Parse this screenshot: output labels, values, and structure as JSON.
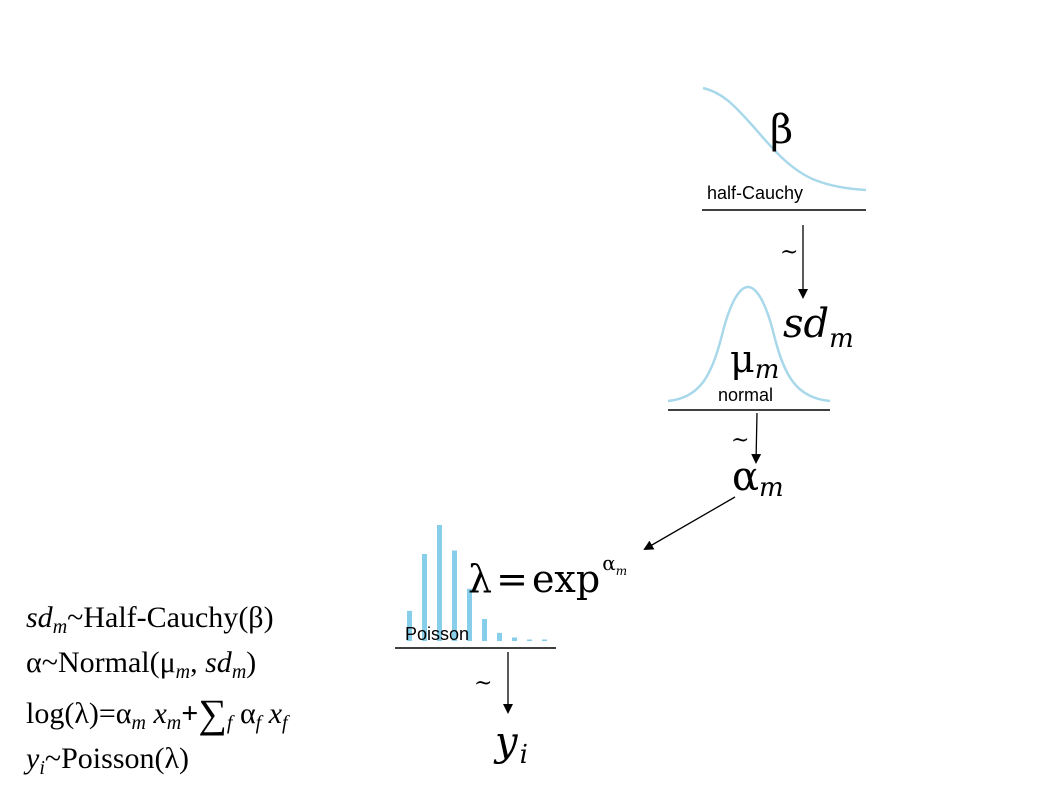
{
  "colors": {
    "curve": "#a8d8ea",
    "bars": "#87ceeb",
    "ink": "#000000"
  },
  "nodes": {
    "beta": {
      "symbol": "β",
      "dist": "half-Cauchy"
    },
    "sd": {
      "symbol": "sd",
      "sub": "m"
    },
    "mu": {
      "symbol": "μ",
      "sub": "m",
      "dist": "normal"
    },
    "alpha": {
      "symbol": "α",
      "sub": "m"
    },
    "lambda": {
      "lhs": "λ",
      "op": "=",
      "fn": "exp",
      "sup_symbol": "α",
      "sup_sub": "m",
      "dist": "Poisson"
    },
    "y": {
      "symbol": "y",
      "sub": "i"
    }
  },
  "arrows": {
    "tilde": "~"
  },
  "poisson_bars": [
    0.26,
    0.75,
    1.0,
    0.78,
    0.45,
    0.19,
    0.07,
    0.03,
    0.01,
    0.005
  ],
  "equations": [
    {
      "a": "sd",
      "a_sub": "m",
      "b": "~Half-Cauchy",
      "c": "(β)"
    },
    {
      "a": "α~Normal",
      "b": "(μ",
      "b_sub": "m",
      "c": ", ",
      "d": "sd",
      "d_sub": "m",
      "e": ")"
    },
    {
      "a": "log",
      "b": "(λ)=α",
      "b_sub": "m",
      "c": " x",
      "c_sub": "m",
      "d": "+",
      "sum": "∑",
      "sum_sub": "f",
      "e": " α",
      "e_sub": "f",
      "f": " x",
      "f_sub": "f"
    },
    {
      "a": "y",
      "a_sub": "i",
      "b": "~Poisson",
      "c": "(λ)"
    }
  ]
}
